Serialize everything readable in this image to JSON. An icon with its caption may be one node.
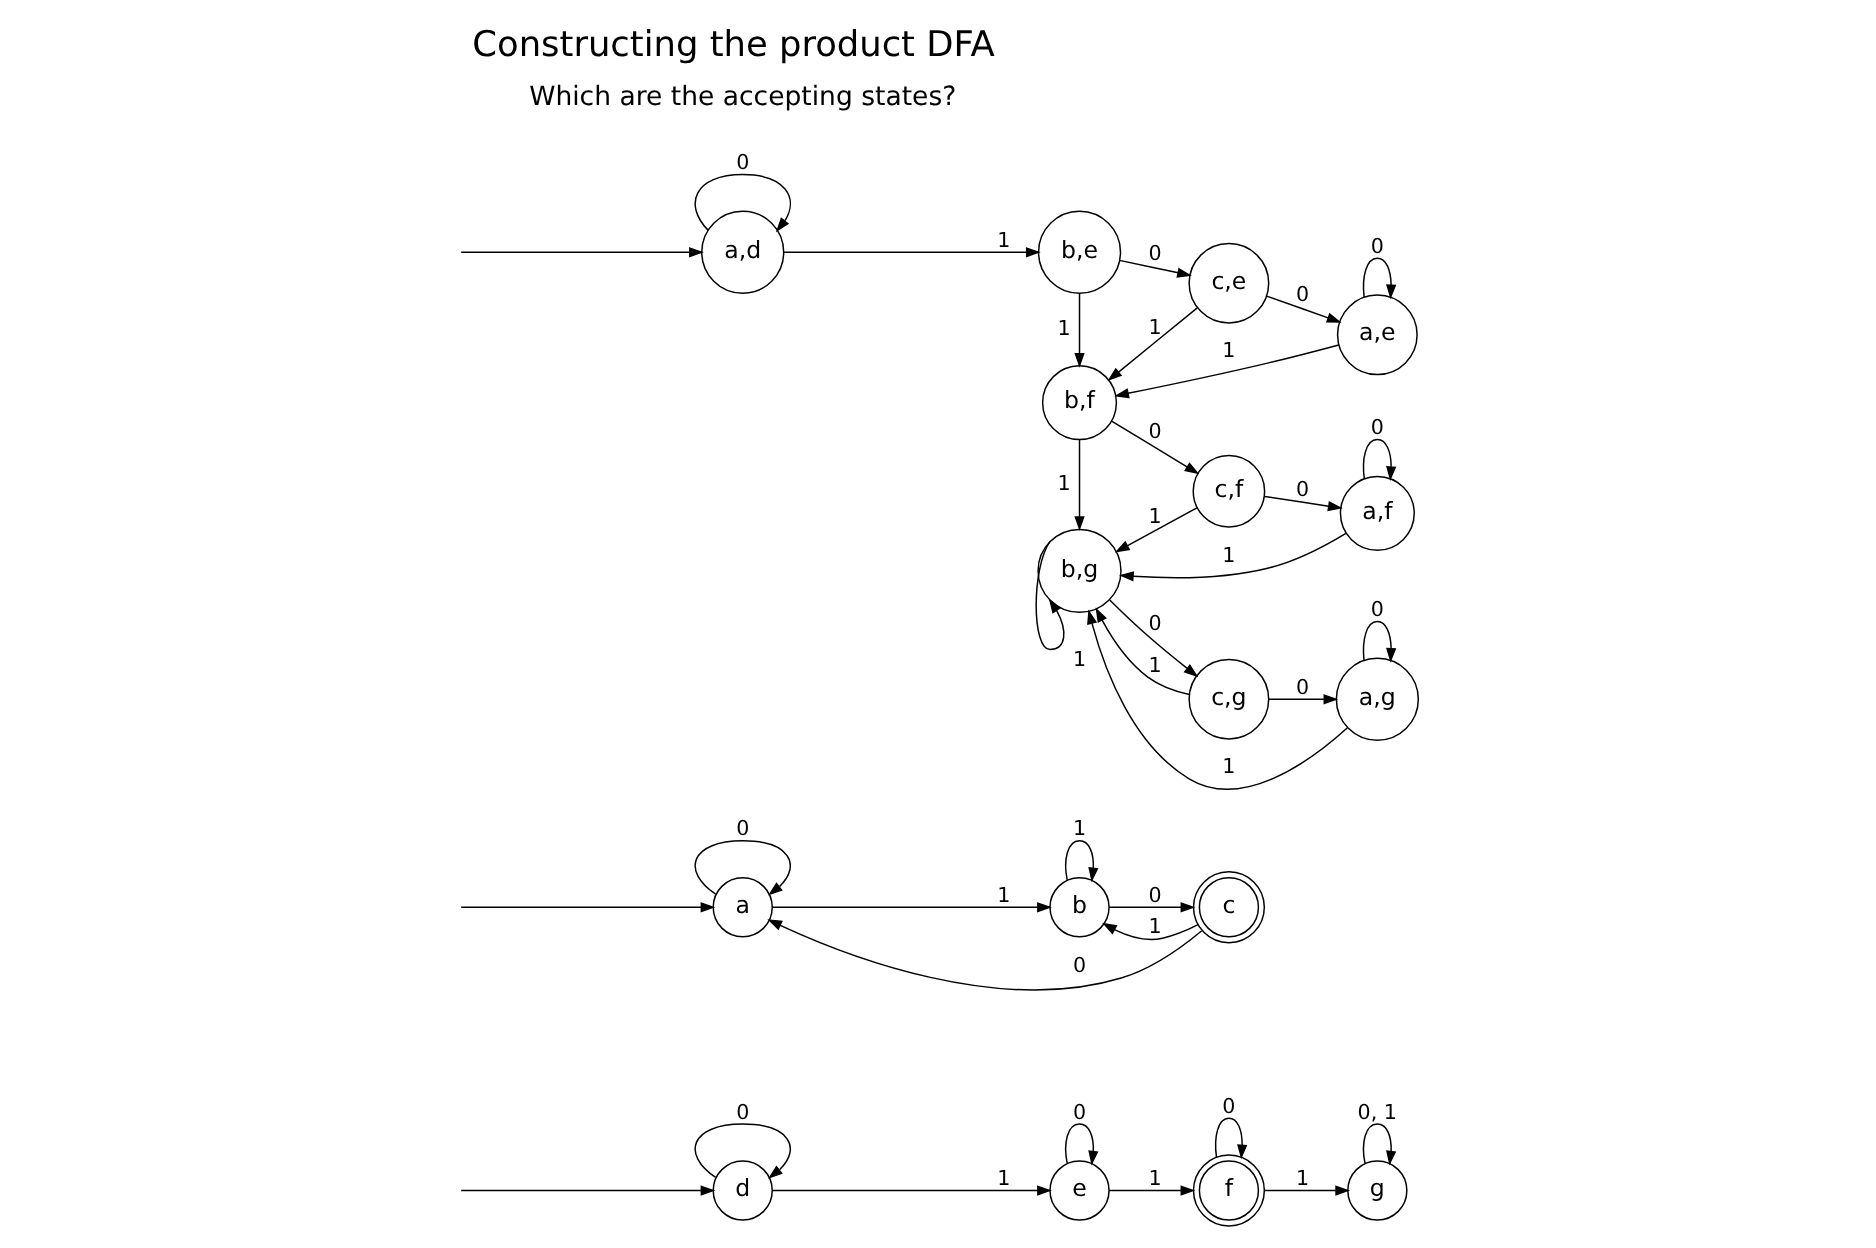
{
  "diagram": {
    "title": "Constructing the product DFA",
    "nodes": [
      {
        "text": [
          "d"
        ]
      },
      {
        "text": [
          "e"
        ]
      },
      {
        "text": [
          "f"
        ]
      },
      {
        "text": [
          "g"
        ]
      },
      {
        "text": [
          "a"
        ]
      },
      {
        "text": [
          "b"
        ]
      },
      {
        "text": [
          "c"
        ]
      },
      {
        "text": [
          "a,d"
        ]
      },
      {
        "text": [
          "b,e"
        ]
      },
      {
        "text": [
          "c,e"
        ]
      },
      {
        "text": [
          "a,e"
        ]
      },
      {
        "text": [
          "b,f"
        ]
      },
      {
        "text": [
          "c,f"
        ]
      },
      {
        "text": [
          "a,f"
        ]
      },
      {
        "text": [
          "b,g"
        ]
      },
      {
        "text": [
          "c,g"
        ]
      },
      {
        "text": [
          "a,g"
        ]
      }
    ],
    "edges": [
      {
        "from": null,
        "to": 0,
        "arrow": "to"
      },
      {
        "from": 0,
        "to": 0,
        "arrow": "to",
        "label": "0"
      },
      {
        "from": 0,
        "to": 1,
        "arrow": "to",
        "label": "1"
      },
      {
        "from": 1,
        "to": 1,
        "arrow": "to",
        "label": "0"
      },
      {
        "from": 1,
        "to": 2,
        "arrow": "to",
        "label": "1"
      },
      {
        "from": 2,
        "to": 2,
        "arrow": "to",
        "label": "0"
      },
      {
        "from": 2,
        "to": 3,
        "arrow": "to",
        "label": "1"
      },
      {
        "from": 3,
        "to": 3,
        "arrow": "to",
        "label": "0, 1"
      },
      {
        "from": null,
        "to": 4,
        "arrow": "to"
      },
      {
        "from": 4,
        "to": 4,
        "arrow": "to",
        "label": "0"
      },
      {
        "from": 4,
        "to": 5,
        "arrow": "to",
        "label": "1"
      },
      {
        "from": 5,
        "to": 5,
        "arrow": "to",
        "label": "1"
      },
      {
        "from": 5,
        "to": 6,
        "arrow": "to",
        "label": "0"
      },
      {
        "from": 6,
        "to": 5,
        "arrow": "to",
        "label": "1"
      },
      {
        "from": 6,
        "to": 4,
        "arrow": "to",
        "label": "0"
      },
      {
        "from": null,
        "to": 7,
        "arrow": "to"
      },
      {
        "from": 7,
        "to": 7,
        "arrow": "to",
        "label": "0"
      },
      {
        "from": 7,
        "to": 8,
        "arrow": "to",
        "label": "1"
      },
      {
        "from": 8,
        "to": 9,
        "arrow": "to",
        "label": "0"
      },
      {
        "from": 9,
        "to": 10,
        "arrow": "to",
        "label": "0"
      },
      {
        "from": 10,
        "to": 10,
        "arrow": "to",
        "label": "0"
      },
      {
        "from": 8,
        "to": 11,
        "arrow": "to",
        "label": "1"
      },
      {
        "from": 9,
        "to": 11,
        "arrow": "to",
        "label": "1"
      },
      {
        "from": 10,
        "to": 11,
        "arrow": "to",
        "label": "1"
      },
      {
        "from": 11,
        "to": 12,
        "arrow": "to",
        "label": "0"
      },
      {
        "from": 12,
        "to": 13,
        "arrow": "to",
        "label": "0"
      },
      {
        "from": 13,
        "to": 13,
        "arrow": "to",
        "label": "0"
      },
      {
        "from": 11,
        "to": 14,
        "arrow": "to",
        "label": "1"
      },
      {
        "from": 12,
        "to": 14,
        "arrow": "to",
        "label": "1"
      },
      {
        "from": 13,
        "to": 14,
        "arrow": "to",
        "label": "1"
      },
      {
        "from": 14,
        "to": 14,
        "arrow": "to",
        "label": "1"
      },
      {
        "from": 14,
        "to": 15,
        "arrow": "to",
        "label": "0"
      },
      {
        "from": 15,
        "to": 14,
        "arrow": "to",
        "label": "1"
      },
      {
        "from": 15,
        "to": 16,
        "arrow": "to",
        "label": "0"
      },
      {
        "from": 16,
        "to": 16,
        "arrow": "to",
        "label": "0"
      },
      {
        "from": 16,
        "to": 14,
        "arrow": "to",
        "label": "1"
      }
    ],
    "labels": [
      "Which are the accepting states?"
    ]
  }
}
